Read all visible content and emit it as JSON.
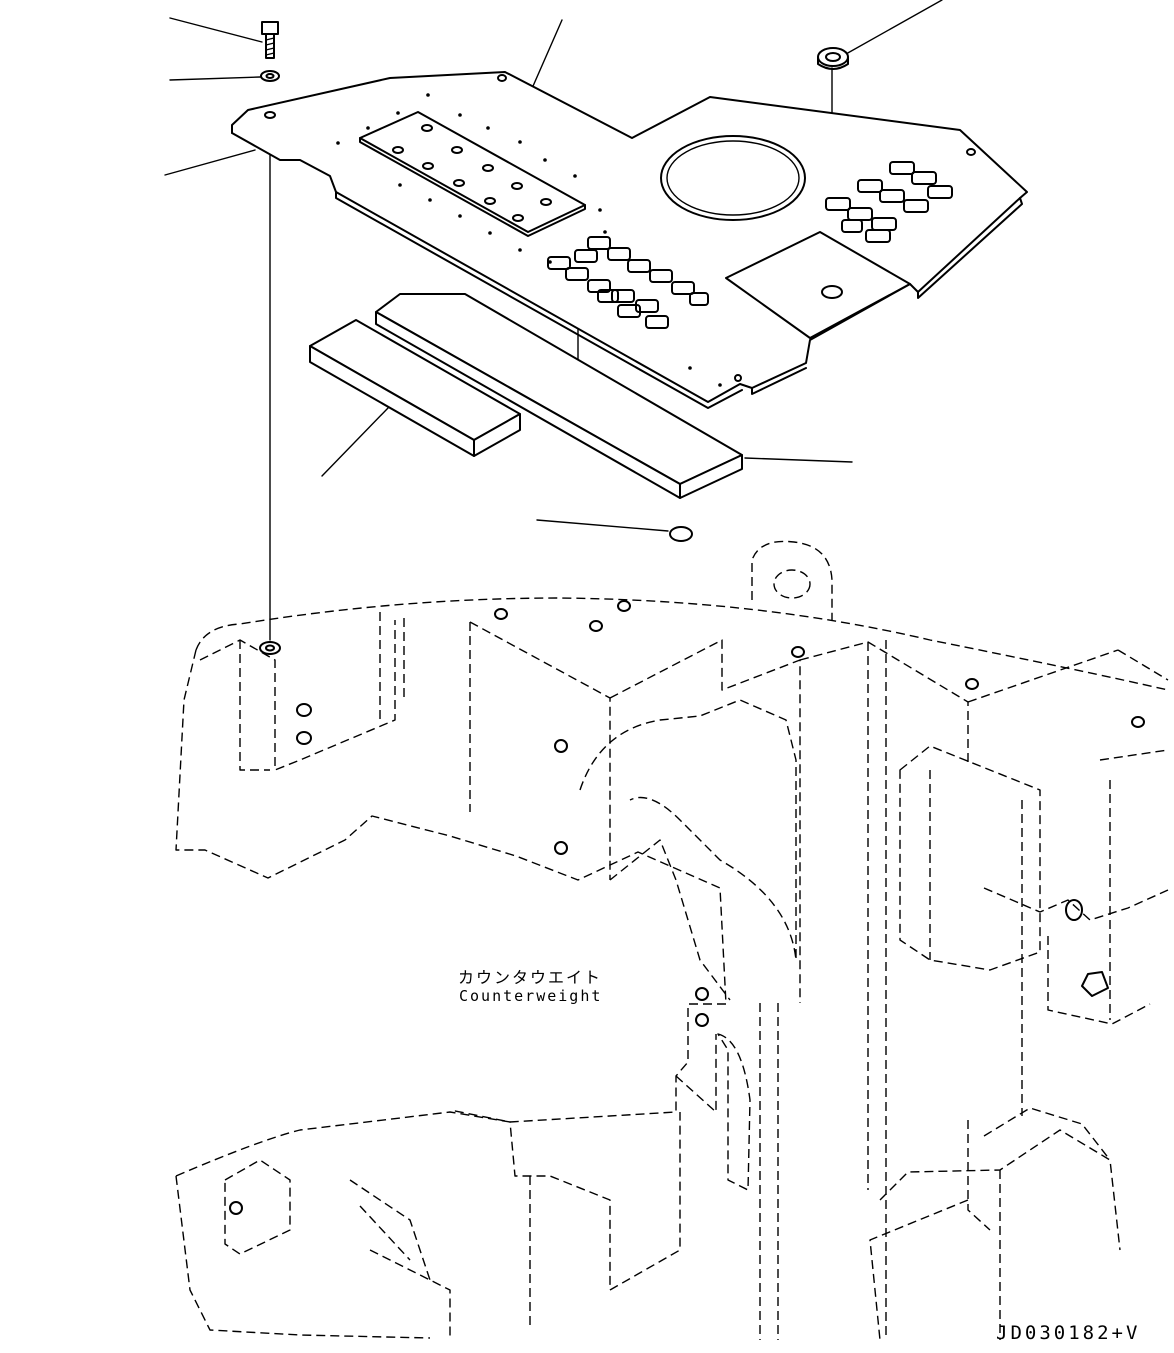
{
  "diagram": {
    "part_label_jp": "カウンタウエイト",
    "part_label_en": "Counterweight",
    "drawing_code": "JD030182+V"
  }
}
